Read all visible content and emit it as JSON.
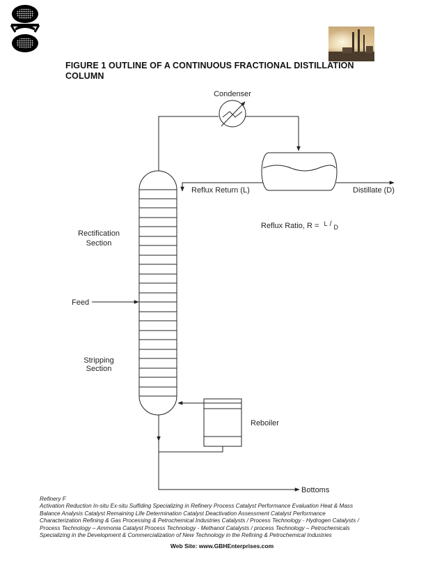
{
  "header": {
    "logo_icon": "company-emblem-icon",
    "photo_icon": "refinery-photo-icon"
  },
  "figure": {
    "title_line1": "FIGURE 1 OUTLINE OF A CONTINUOUS FRACTIONAL DISTILLATION",
    "title_line2": "COLUMN"
  },
  "diagram": {
    "condenser": "Condenser",
    "reflux_return": "Reflux Return (L)",
    "distillate": "Distillate (D)",
    "reflux_ratio_prefix": "Reflux Ratio, R  =",
    "reflux_ratio_num": "L",
    "reflux_ratio_den": "D",
    "rectification_line1": "Rectification",
    "rectification_line2": "Section",
    "feed": "Feed",
    "stripping_line1": "Stripping",
    "stripping_line2": "Section",
    "reboiler": "Reboiler",
    "bottoms": "Bottoms"
  },
  "footer": {
    "line0": "Refinery F",
    "line1": " Activation   Reduction  In-situ  Ex-situ Sulfiding Specializing in Refinery Process Catalyst Performance Evaluation Heat & Mass",
    "line2": " Balance Analysis  Catalyst Remaining Life Determination  Catalyst Deactivation Assessment  Catalyst Performance",
    "line3": "Characterization  Refining  & Gas Processing &  Petrochemical Industries  Catalysts / Process Technology - Hydrogen  Catalysts /",
    "line4": "Process Technology – Ammonia  Catalyst Process Technology - Methanol  Catalysts / process Technology – Petrochemicals",
    "line5": "Specializing in the Development  & Commercialization of New Technology in the Refining &   Petrochemical Industries",
    "website": "Web Site: www.GBHEnterprises.com"
  }
}
